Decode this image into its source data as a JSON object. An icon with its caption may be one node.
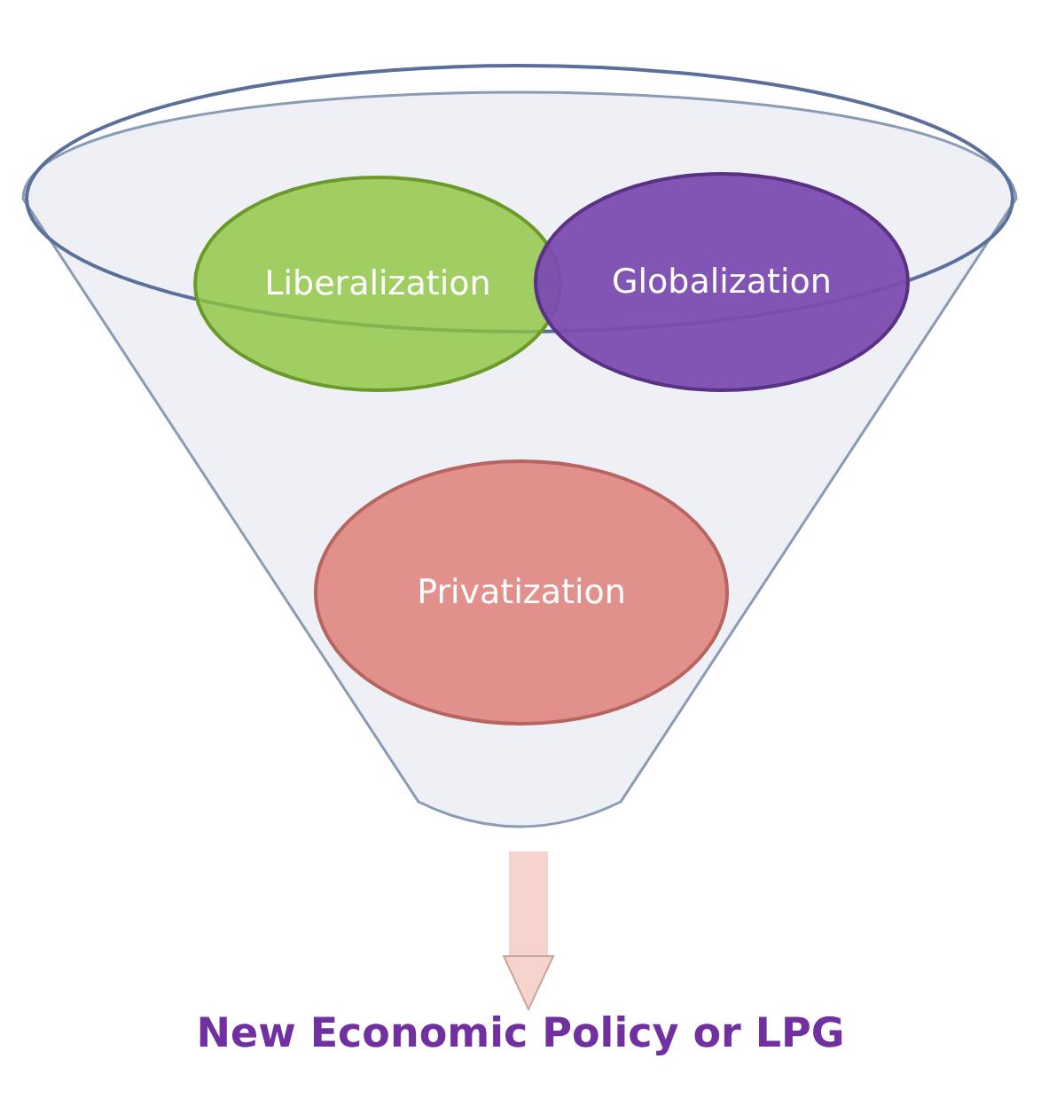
{
  "diagram": {
    "nodes": [
      {
        "text": [],
        "shape": "funnel"
      },
      {
        "text": [
          "Liberalization"
        ],
        "in": 0
      },
      {
        "text": [
          "Globalization"
        ],
        "in": 0
      },
      {
        "text": [
          "Privatization"
        ],
        "in": 0
      },
      {
        "text": [
          "New Economic Policy or LPG"
        ]
      }
    ],
    "edges": [
      {
        "from": 0,
        "to": 4,
        "arrow": "to"
      }
    ]
  }
}
